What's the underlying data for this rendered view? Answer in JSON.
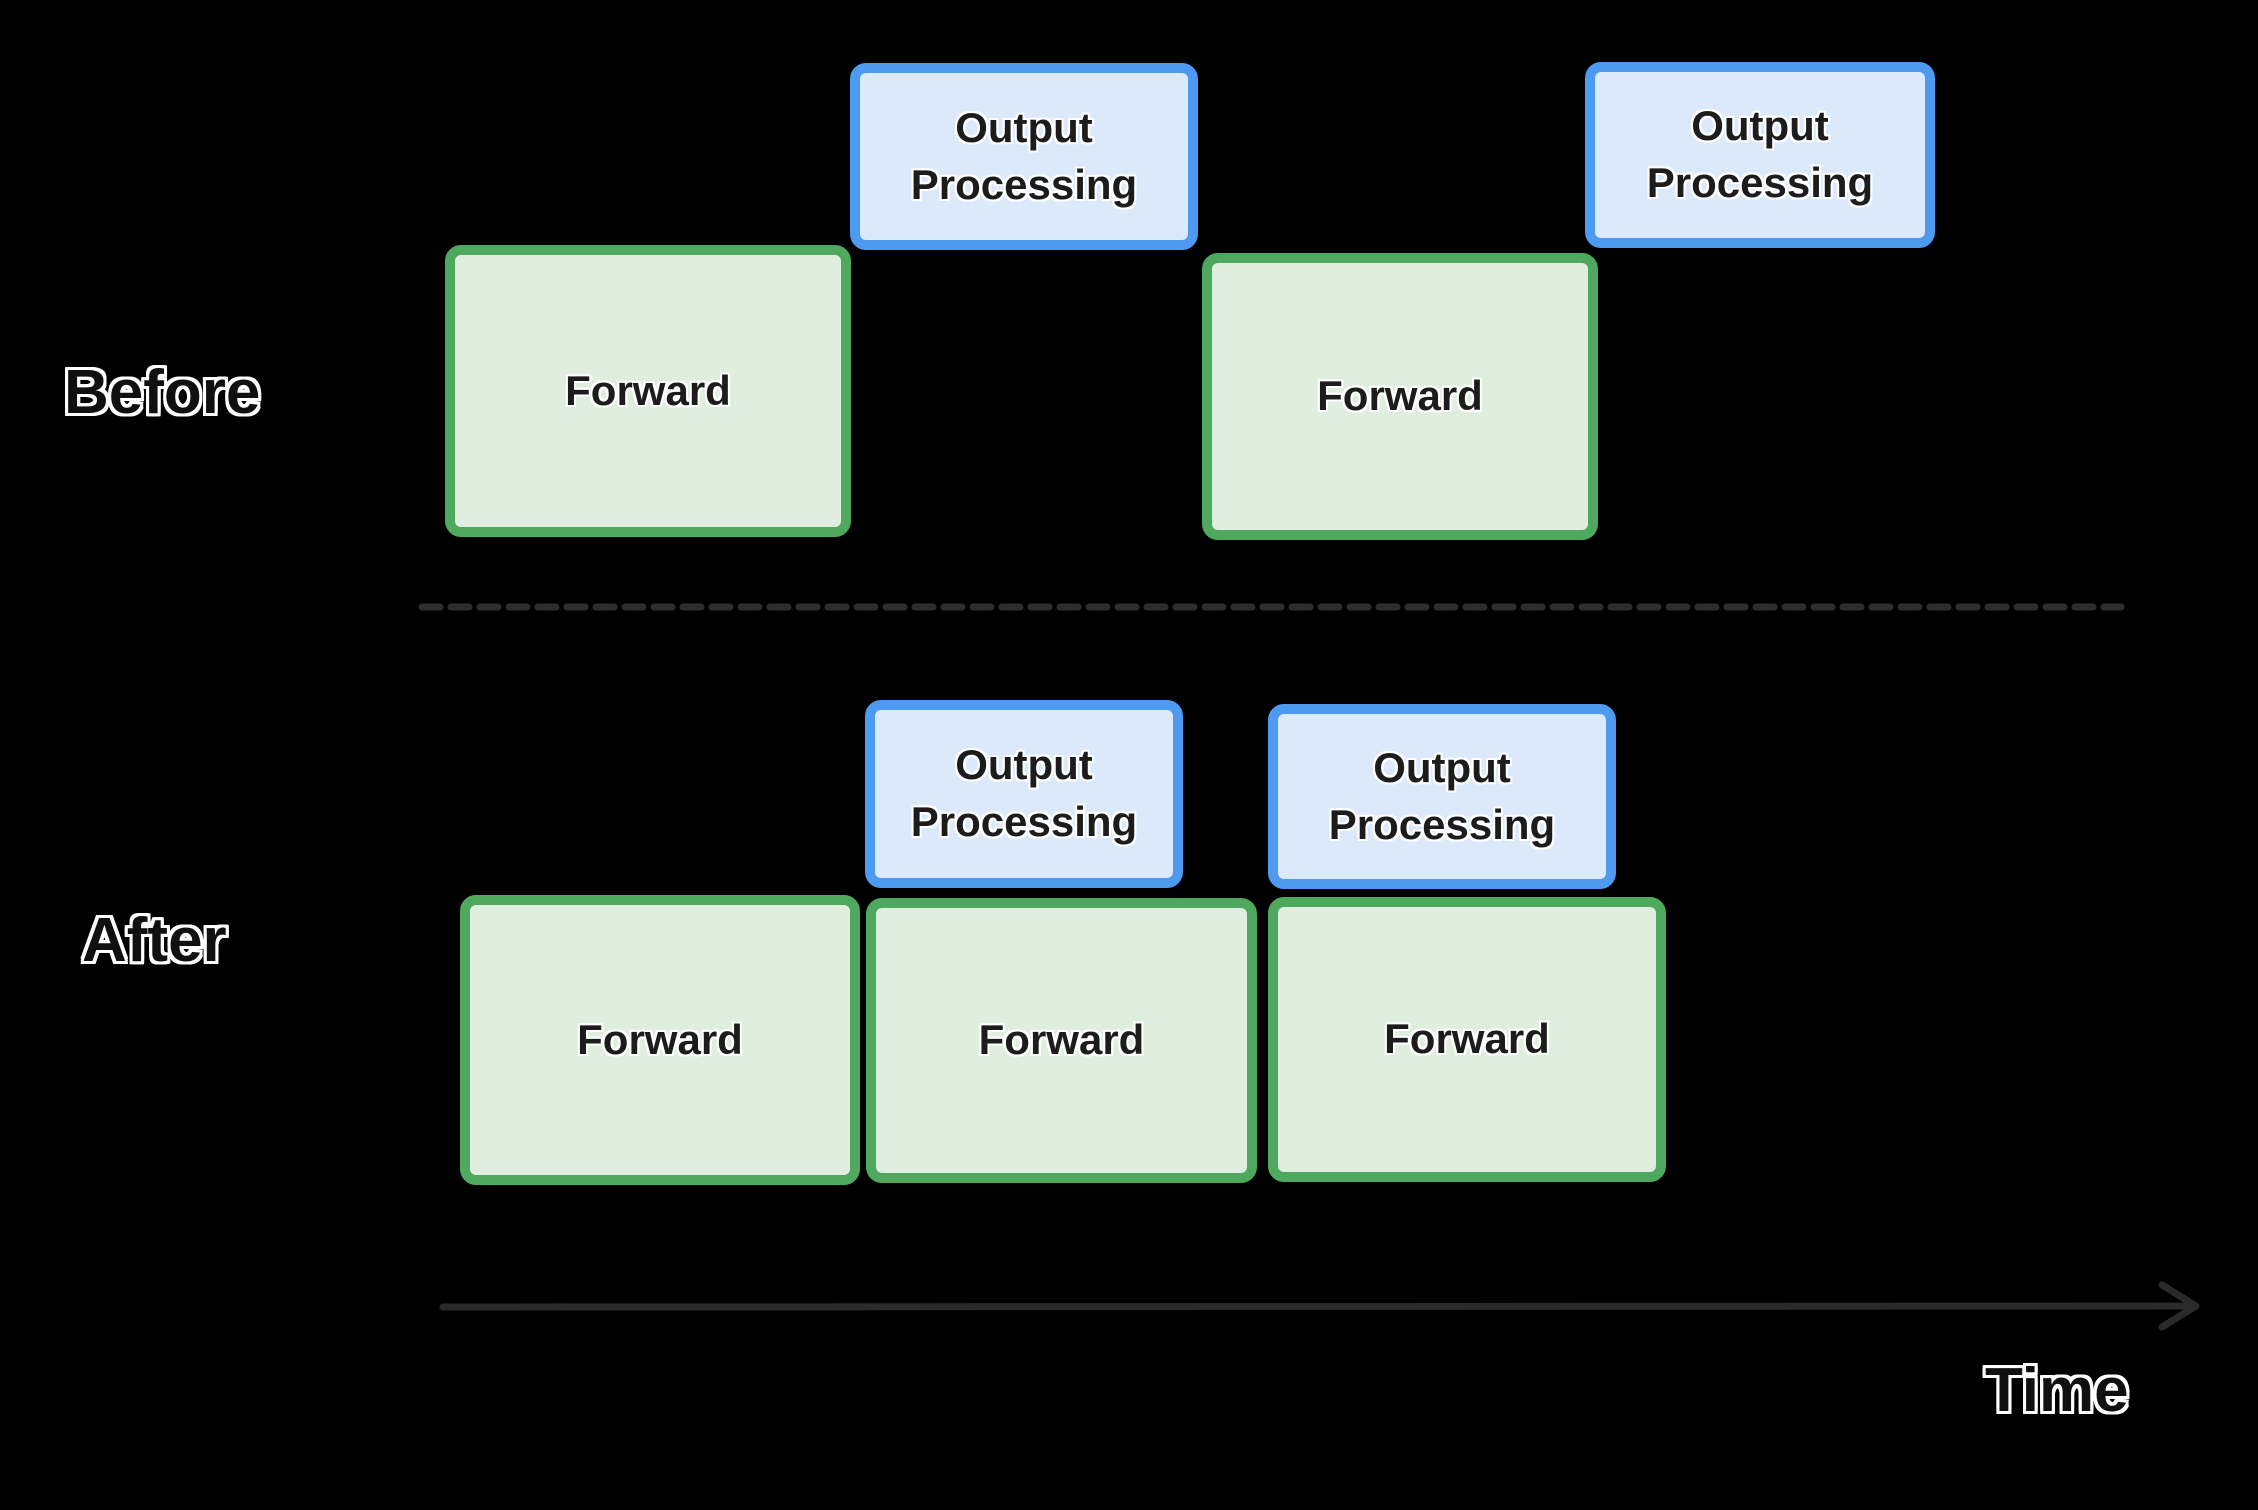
{
  "colors": {
    "background": "#000000",
    "forward_fill": "#DFEEDE",
    "forward_border": "#4EA95E",
    "output_fill": "#DBE9FB",
    "output_border": "#4D9AF0",
    "box_text": "#1C1C1C",
    "label_text": "#101010",
    "divider": "#2D2D2D",
    "axis": "#2A2A2A"
  },
  "rows": [
    {
      "name": "before",
      "label": "Before",
      "boxes": [
        {
          "kind": "forward",
          "label": "Forward"
        },
        {
          "kind": "output-processing",
          "label": "Output Processing"
        },
        {
          "kind": "forward",
          "label": "Forward"
        },
        {
          "kind": "output-processing",
          "label": "Output Processing"
        }
      ]
    },
    {
      "name": "after",
      "label": "After",
      "boxes": [
        {
          "kind": "forward",
          "label": "Forward"
        },
        {
          "kind": "output-processing",
          "label": "Output Processing"
        },
        {
          "kind": "forward",
          "label": "Forward"
        },
        {
          "kind": "output-processing",
          "label": "Output Processing"
        },
        {
          "kind": "forward",
          "label": "Forward"
        }
      ]
    }
  ],
  "axis": {
    "label": "Time"
  }
}
